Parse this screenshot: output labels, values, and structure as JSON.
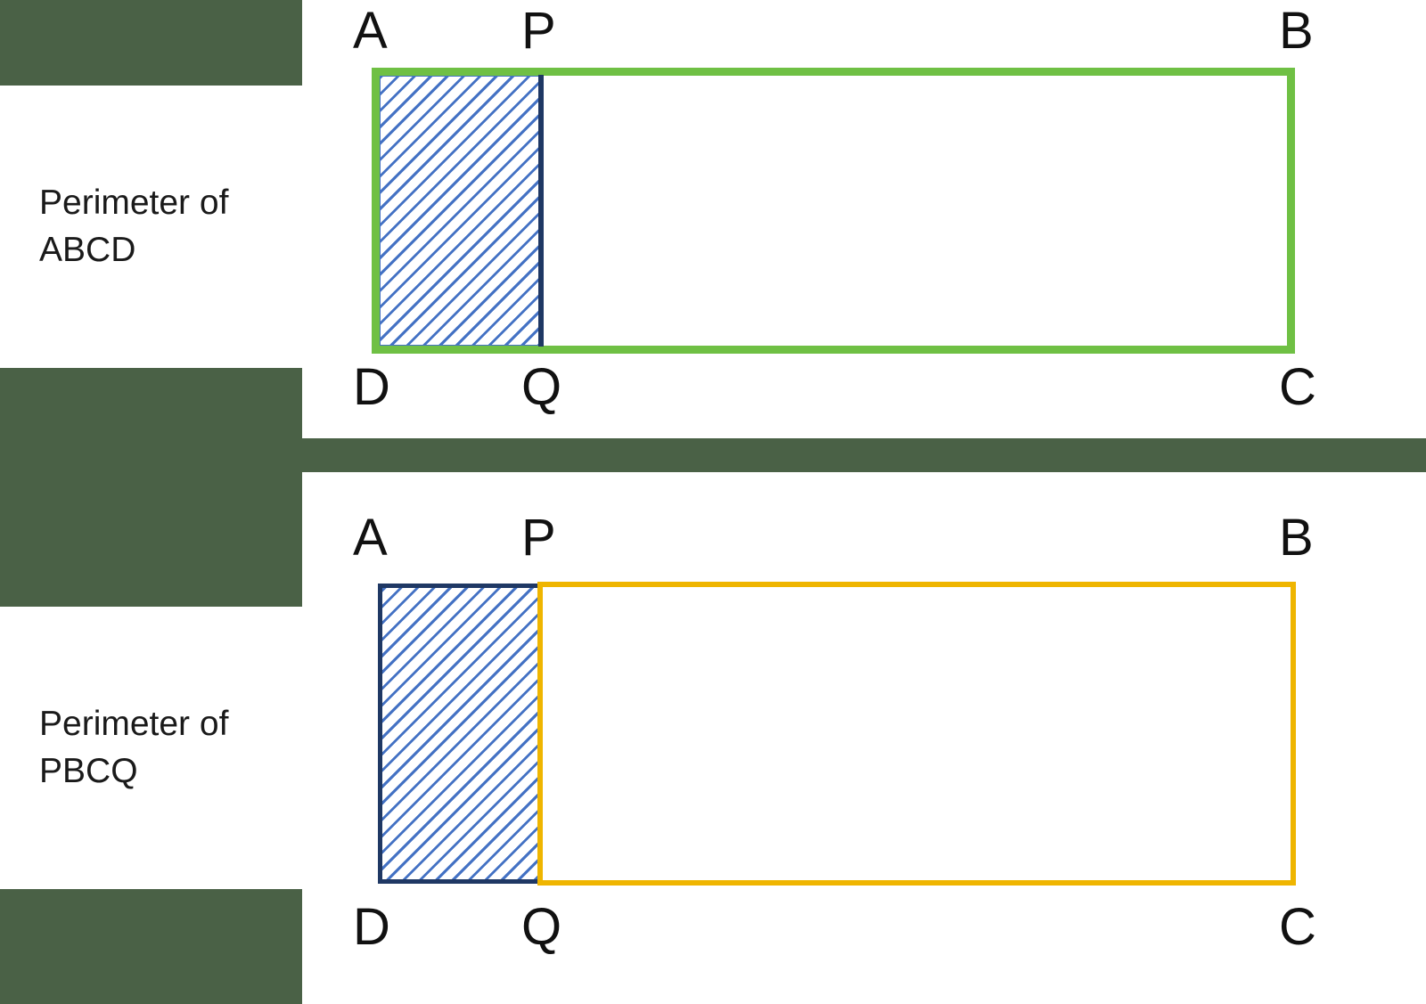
{
  "background_color": "#4a6146",
  "panel_color": "#ffffff",
  "figures": [
    {
      "id": "abcd",
      "caption": "Perimeter of\nABCD",
      "outline_color": "#6fc044",
      "hatch_color": "#4472c4",
      "divider_color": "#1f3864",
      "vertices": {
        "top_left": "A",
        "top_mid": "P",
        "top_right": "B",
        "bottom_left": "D",
        "bottom_mid": "Q",
        "bottom_right": "C"
      }
    },
    {
      "id": "pbcq",
      "caption": "Perimeter of\nPBCQ",
      "outline_color": "#efb500",
      "hatch_color": "#4472c4",
      "divider_color": "#1f3864",
      "vertices": {
        "top_left": "A",
        "top_mid": "P",
        "top_right": "B",
        "bottom_left": "D",
        "bottom_mid": "Q",
        "bottom_right": "C"
      }
    }
  ]
}
